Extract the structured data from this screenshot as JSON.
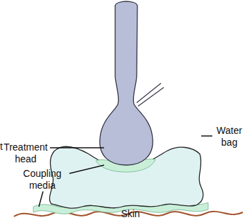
{
  "diagram": {
    "labels": [
      "t",
      "Treatment head",
      "Water bag",
      "Coupling media",
      "Skin"
    ]
  }
}
